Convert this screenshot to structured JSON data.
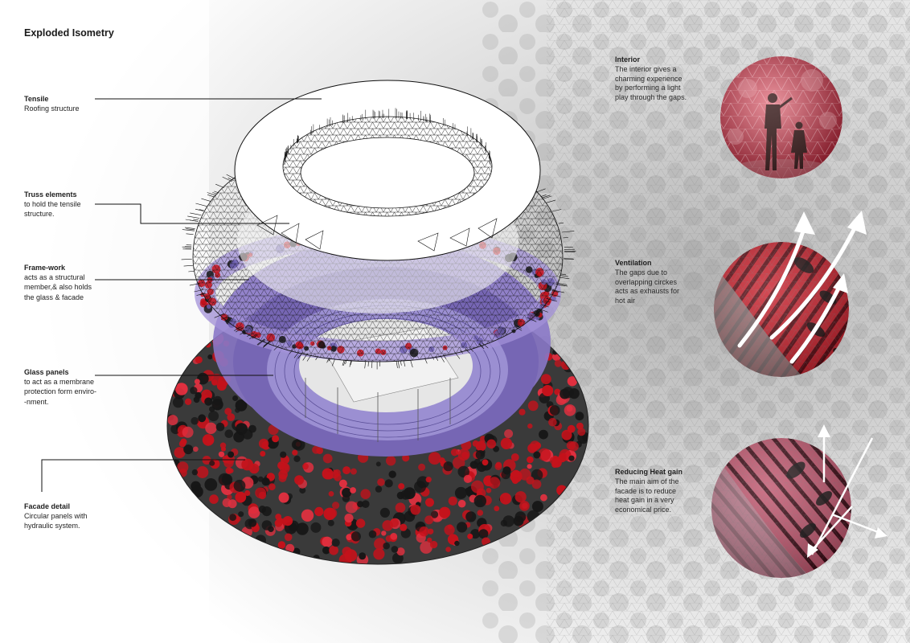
{
  "title": "Exploded Isometry",
  "components": [
    {
      "heading": "Tensile",
      "description": "Roofing structure"
    },
    {
      "heading": "Truss elements",
      "description": "to hold the tensile\nstructure."
    },
    {
      "heading": "Frame-work",
      "description": "acts as a structural\nmember,& also holds\nthe glass & facade"
    },
    {
      "heading": "Glass panels",
      "description": "to act as a membrane\nprotection form enviro-\n-nment."
    },
    {
      "heading": "Facade detail",
      "description": "Circular panels with\nhydraulic system."
    }
  ],
  "details": [
    {
      "heading": "Interior",
      "description": "The interior gives a\ncharming experience\nby  performing a  light\nplay through the gaps."
    },
    {
      "heading": "Ventilation",
      "description": "The gaps due to\noverlapping circkes\nacts as exhausts for\nhot air"
    },
    {
      "heading": "Reducing Heat gain",
      "description": "The main aim of the\nfacade is to reduce\nheat gain in a very\neconomical price."
    }
  ],
  "colors": {
    "facade_red": "#c4121b",
    "facade_black": "#161616",
    "glass_purple": "#8a78c8",
    "detail_red": "#b0202c"
  }
}
